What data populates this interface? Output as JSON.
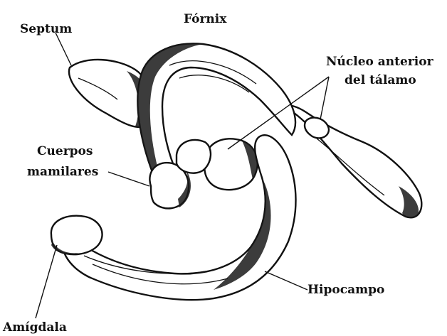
{
  "labels": {
    "fornix": "Fórnix",
    "septum": "Septum",
    "nucleo_line1": "Núcleo anterior",
    "nucleo_line2": "del tálamo",
    "cuerpos_line1": "Cuerpos",
    "cuerpos_line2": "mamilares",
    "hipocampo": "Hipocampo",
    "amigdala": "Amígdala"
  },
  "colors": {
    "ink": "#111111",
    "background": "#ffffff"
  }
}
